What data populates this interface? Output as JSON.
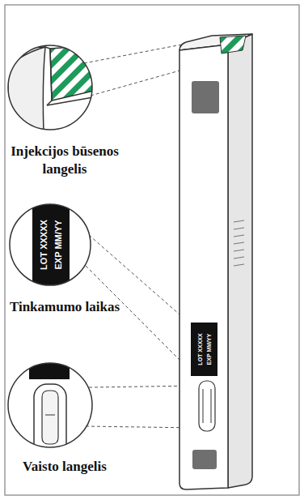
{
  "diagram": {
    "labels": [
      "Injekcijos būsenos langelis",
      "LOT XXXXX",
      "EXP MM/YY",
      "Tinkamumo laikas",
      "Vaisto langelis",
      "LOT XXXXX",
      "EXP MM/YY"
    ]
  }
}
